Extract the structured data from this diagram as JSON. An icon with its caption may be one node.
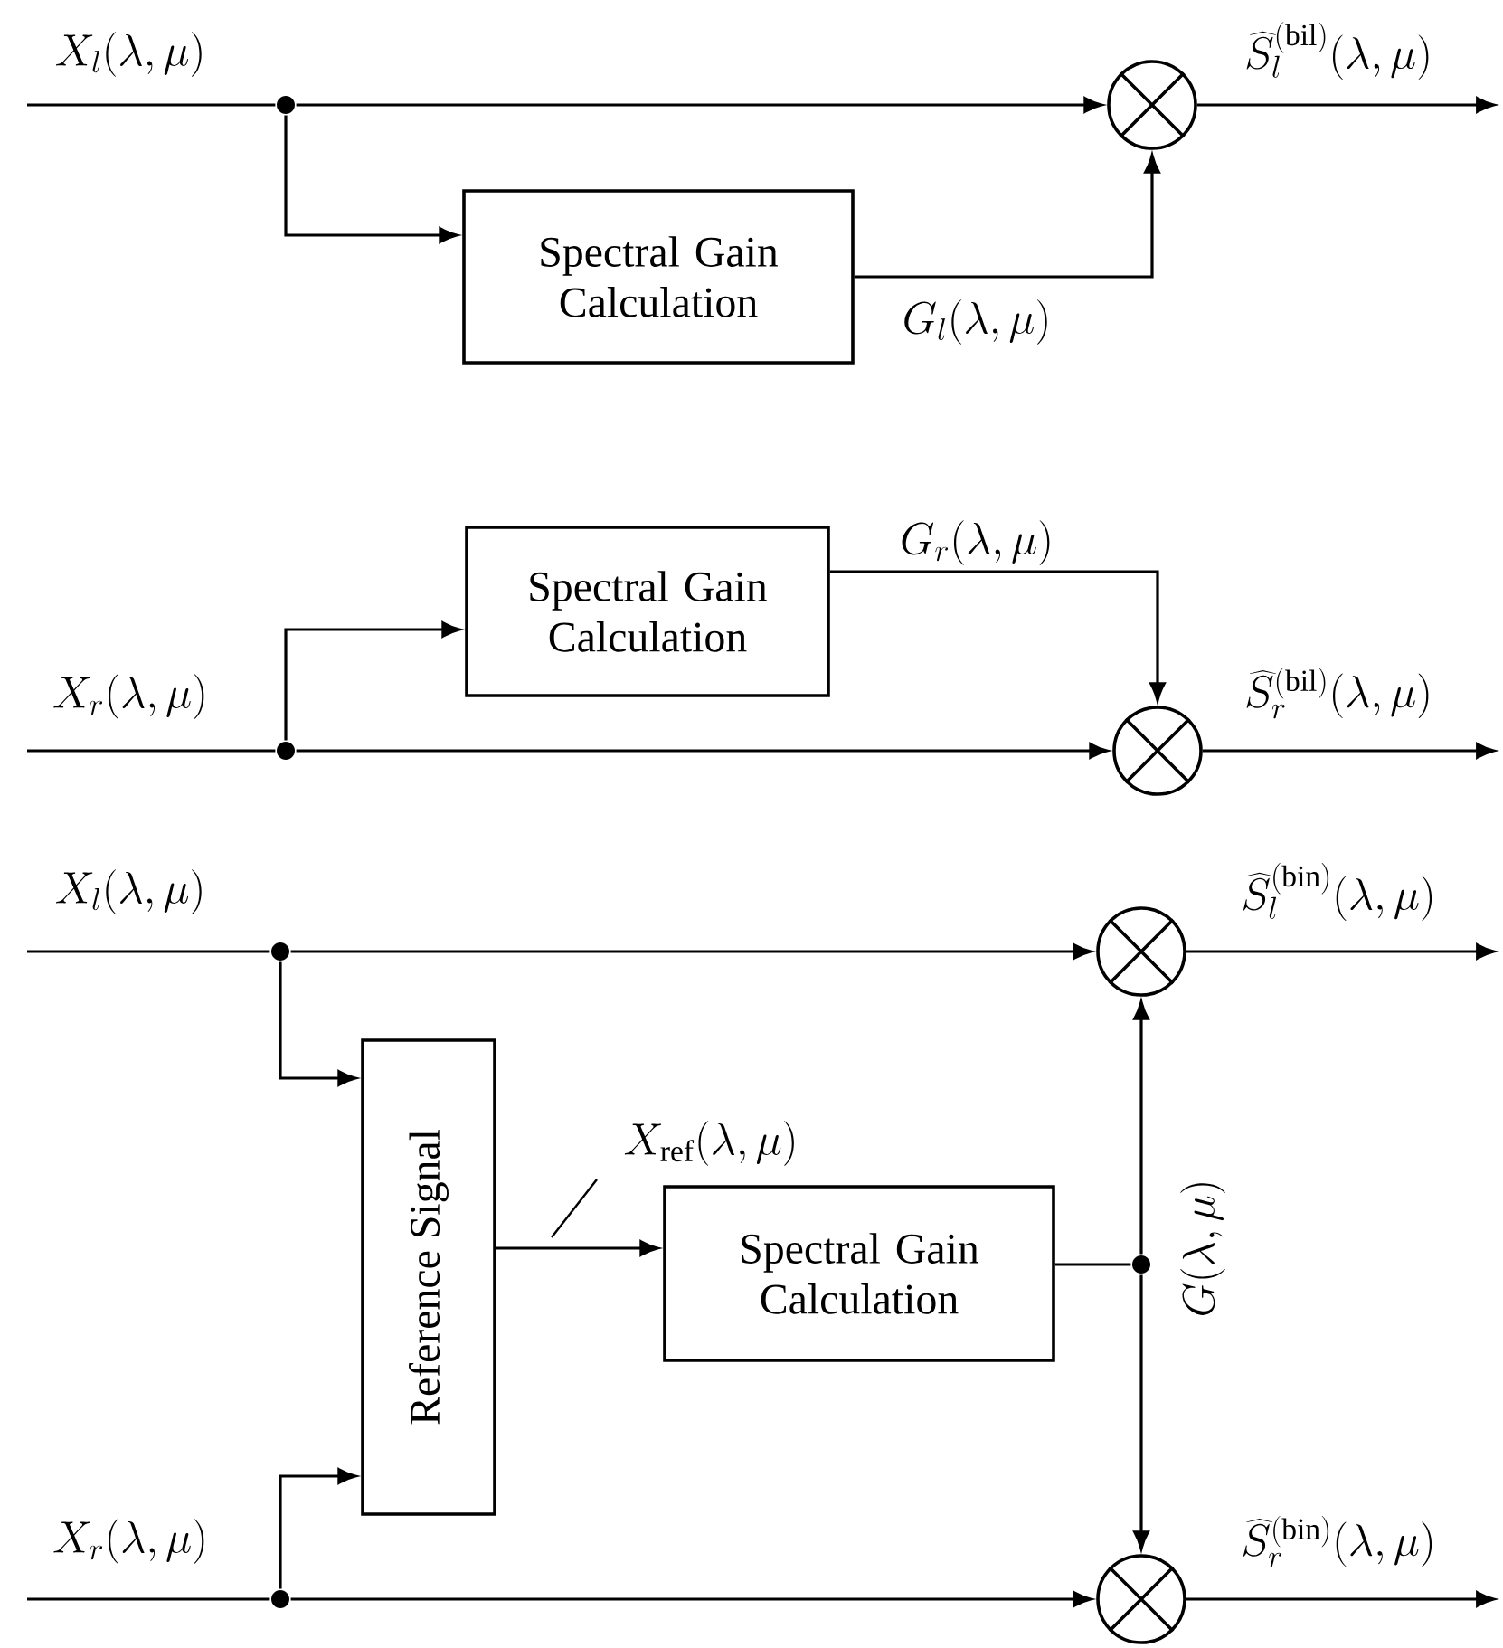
{
  "diagram": {
    "nodes": [
      {
        "text": [],
        "shape": "dot"
      },
      {
        "text": [
          "Spectral Gain Calculation"
        ]
      },
      {
        "text": [],
        "shape": "circle"
      },
      {
        "text": [
          "Spectral Gain Calculation"
        ]
      },
      {
        "text": [],
        "shape": "dot"
      },
      {
        "text": [],
        "shape": "circle"
      },
      {
        "text": [],
        "shape": "dot"
      },
      {
        "text": [],
        "shape": "circle"
      },
      {
        "text": [
          "Reference Signal"
        ]
      },
      {
        "text": [
          "Spectral Gain Calculation"
        ]
      },
      {
        "text": [],
        "shape": "dot"
      },
      {
        "text": [],
        "shape": "dot"
      },
      {
        "text": [],
        "shape": "circle"
      }
    ],
    "edges": [
      {
        "from": null,
        "to": 0,
        "arrow": "none",
        "label": "X_l(\\lambda, \\mu)"
      },
      {
        "from": 0,
        "to": 2,
        "arrow": "to"
      },
      {
        "from": 0,
        "to": 1,
        "arrow": "to"
      },
      {
        "from": 1,
        "to": 2,
        "arrow": "to",
        "label": "G_l(\\lambda, \\mu)"
      },
      {
        "from": 2,
        "to": null,
        "arrow": "to",
        "label": "\\widehat{S}_l^{(\\mathrm{bil})}(\\lambda, \\mu)"
      },
      {
        "from": null,
        "to": 4,
        "arrow": "none",
        "label": "X_r(\\lambda, \\mu)"
      },
      {
        "from": 4,
        "to": 5,
        "arrow": "to"
      },
      {
        "from": 4,
        "to": 3,
        "arrow": "to"
      },
      {
        "from": 3,
        "to": 5,
        "arrow": "to",
        "label": "G_r(\\lambda, \\mu)"
      },
      {
        "from": 5,
        "to": null,
        "arrow": "to",
        "label": "\\widehat{S}_r^{(\\mathrm{bil})}(\\lambda, \\mu)"
      },
      {
        "from": null,
        "to": 6,
        "arrow": "none",
        "label": "X_l(\\lambda, \\mu)"
      },
      {
        "from": 6,
        "to": 7,
        "arrow": "to"
      },
      {
        "from": 6,
        "to": 8,
        "arrow": "to"
      },
      {
        "from": 7,
        "to": null,
        "arrow": "to",
        "label": "\\widehat{S}_l^{(\\mathrm{bin})}(\\lambda, \\mu)"
      },
      {
        "from": null,
        "to": 11,
        "arrow": "none",
        "label": "X_r(\\lambda, \\mu)"
      },
      {
        "from": 11,
        "to": 12,
        "arrow": "to"
      },
      {
        "from": 11,
        "to": 8,
        "arrow": "to"
      },
      {
        "from": 8,
        "to": 9,
        "arrow": "to",
        "label": "X_{\\mathrm{ref}}(\\lambda, \\mu)"
      },
      {
        "from": 9,
        "to": 10,
        "arrow": "none"
      },
      {
        "from": 10,
        "to": 7,
        "arrow": "to",
        "label": "G(\\lambda, \\mu)"
      },
      {
        "from": 10,
        "to": 12,
        "arrow": "to"
      },
      {
        "from": 12,
        "to": null,
        "arrow": "to",
        "label": "\\widehat{S}_r^{(\\mathrm{bin})}(\\lambda, \\mu)"
      }
    ]
  }
}
